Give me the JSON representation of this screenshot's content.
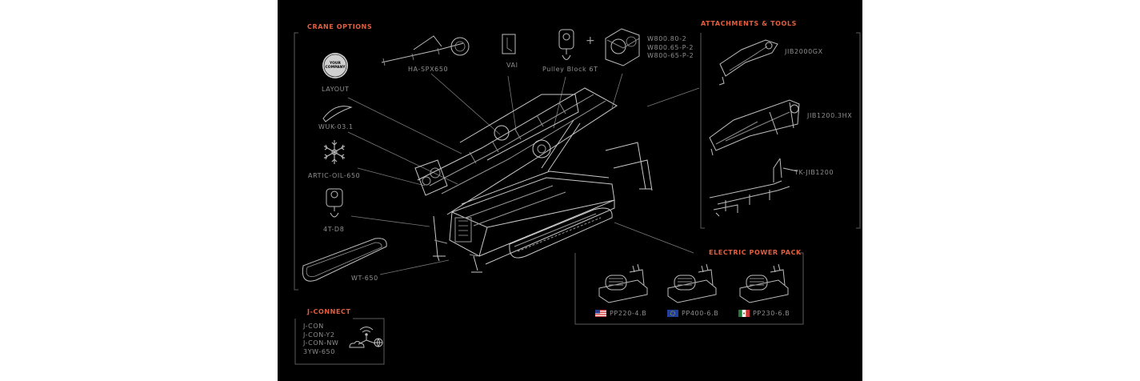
{
  "crane_options": {
    "heading": "CRANE OPTIONS",
    "logo_text": "YOUR COMPANY",
    "items": [
      "LAYOUT",
      "WUK-03.1",
      "ARTIC-OIL-650",
      "4T-D8",
      "WT-650"
    ]
  },
  "top_items": [
    "HA-SPX650",
    "VAI",
    "Pulley Block 6T",
    "+"
  ],
  "winch_models": [
    "W800.80-2",
    "W800.65-P-2",
    "W800-65-P-2"
  ],
  "attachments": {
    "heading": "ATTACHMENTS & TOOLS",
    "items": [
      "JIB2000GX",
      "JIB1200.3HX",
      "TK-JIB1200"
    ]
  },
  "power_pack": {
    "heading": "ELECTRIC POWER PACK",
    "items": [
      "PP220-4.B",
      "PP400-6.B",
      "PP230-6.B"
    ]
  },
  "jconnect": {
    "heading": "J-CONNECT",
    "items": [
      "J-CON",
      "J-CON-Y2",
      "J-CON-NW",
      "3YW-650"
    ]
  },
  "colors": {
    "background": "#000000",
    "accent": "#e35f3f",
    "label": "#8f8f8f",
    "line": "#7a7a7a"
  }
}
